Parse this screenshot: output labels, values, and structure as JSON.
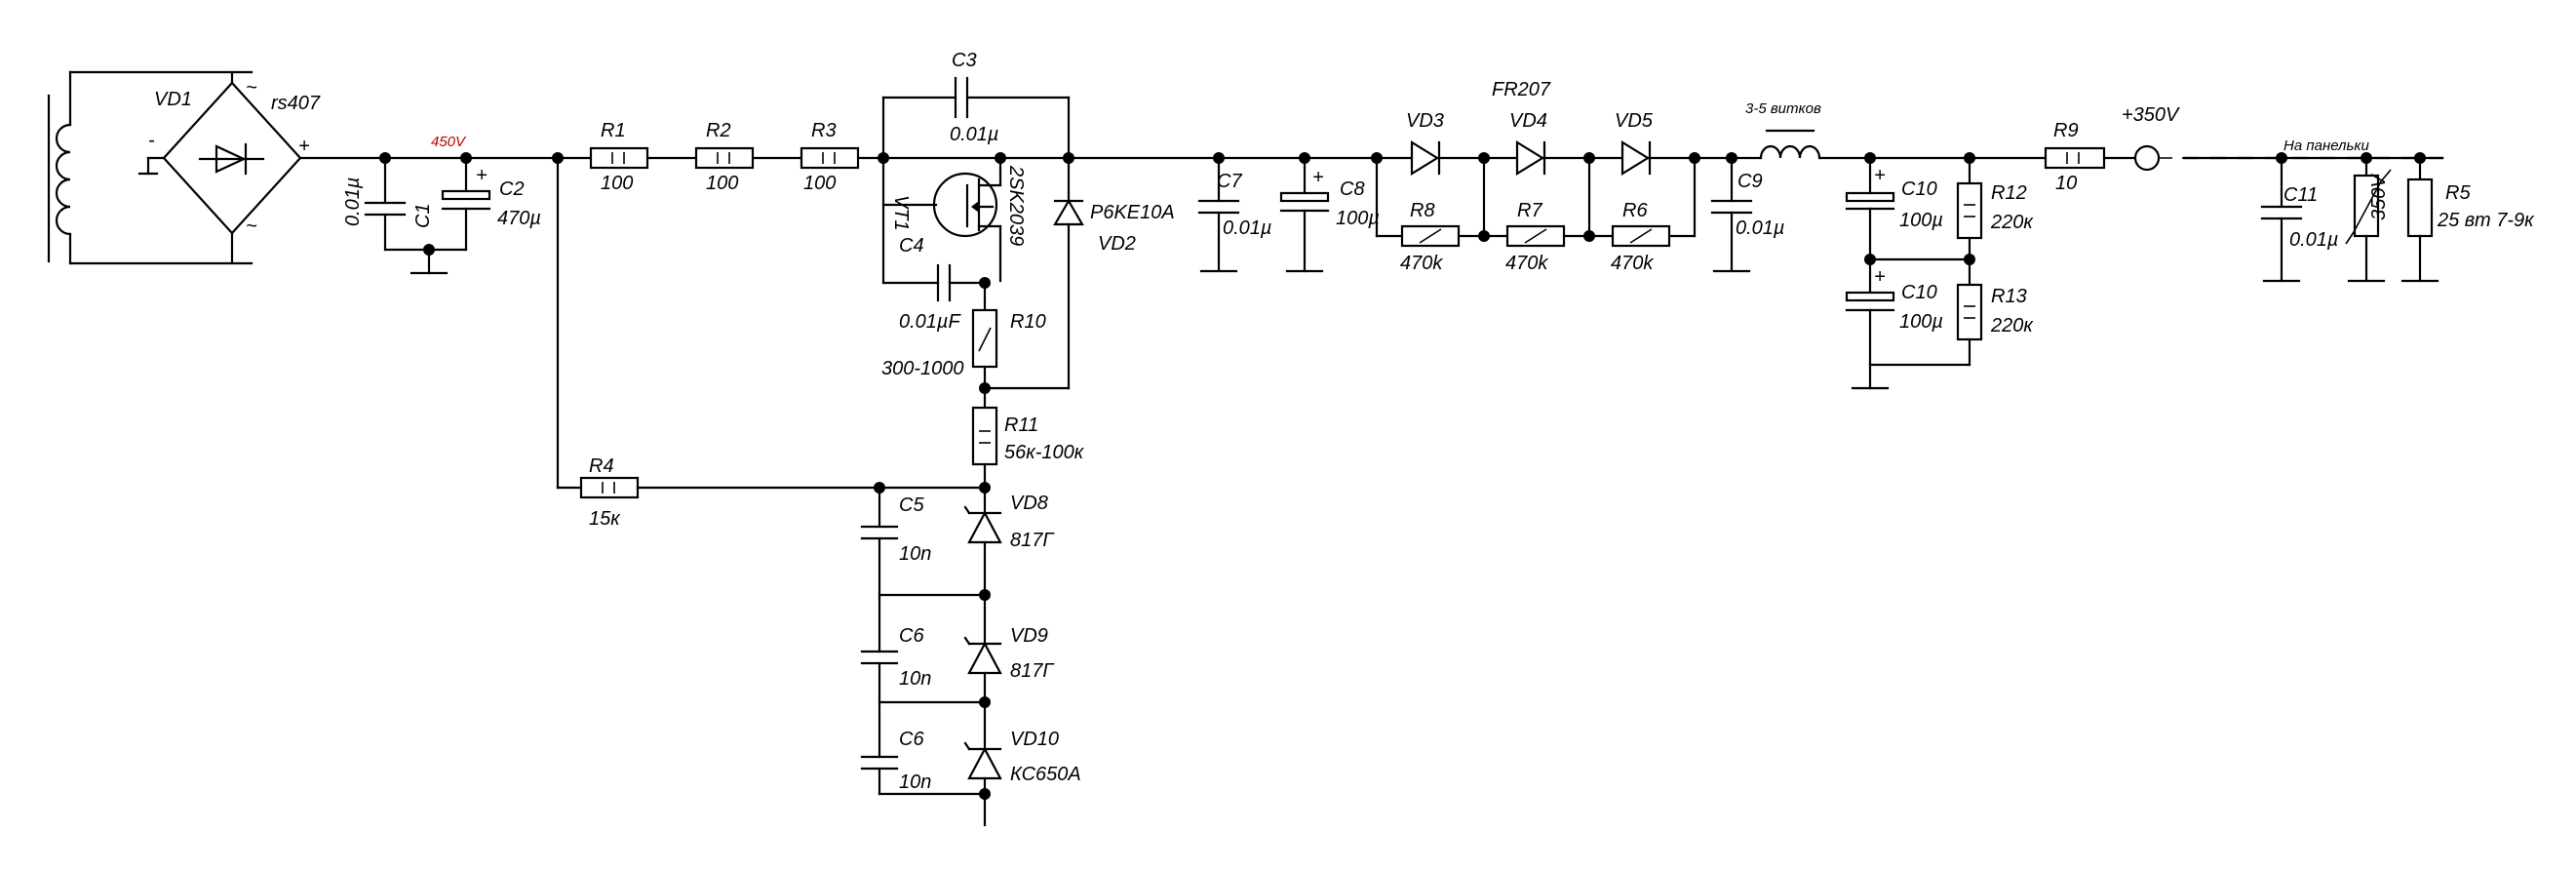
{
  "components": {
    "transformer": {
      "label": ""
    },
    "vd1": {
      "ref": "VD1",
      "value": "rs407",
      "ac_symbol": "~",
      "plus": "+",
      "minus": "-"
    },
    "node_voltage_in": {
      "value": "450V",
      "color": "#c00000"
    },
    "c1": {
      "ref": "C1",
      "value": "0.01µ"
    },
    "c2": {
      "ref": "C2",
      "value": "470µ",
      "plus": "+"
    },
    "r1": {
      "ref": "R1",
      "value": "100"
    },
    "r2": {
      "ref": "R2",
      "value": "100"
    },
    "r3": {
      "ref": "R3",
      "value": "100"
    },
    "c3": {
      "ref": "C3",
      "value": "0.01µ"
    },
    "vt1": {
      "ref": "VT1",
      "value": "2SK2039"
    },
    "c4": {
      "ref": "C4",
      "value": "0.01µF"
    },
    "r10": {
      "ref": "R10",
      "value": "300-1000"
    },
    "vd2": {
      "ref": "VD2",
      "value": "P6KE10A"
    },
    "r11": {
      "ref": "R11",
      "value": "56к-100к"
    },
    "r4": {
      "ref": "R4",
      "value": "15к"
    },
    "c5": {
      "ref": "C5",
      "value": "10n"
    },
    "c6a": {
      "ref": "C6",
      "value": "10n"
    },
    "c6b": {
      "ref": "C6",
      "value": "10n"
    },
    "vd8": {
      "ref": "VD8",
      "value": "817Г"
    },
    "vd9": {
      "ref": "VD9",
      "value": "817Г"
    },
    "vd10": {
      "ref": "VD10",
      "value": "КС650А"
    },
    "c7": {
      "ref": "C7",
      "value": "0.01µ"
    },
    "c8": {
      "ref": "C8",
      "value": "100µ",
      "plus": "+"
    },
    "vd3": {
      "ref": "VD3"
    },
    "vd4": {
      "ref": "VD4",
      "value": "FR207"
    },
    "vd5": {
      "ref": "VD5"
    },
    "r8": {
      "ref": "R8",
      "value": "470k"
    },
    "r7": {
      "ref": "R7",
      "value": "470k"
    },
    "r6": {
      "ref": "R6",
      "value": "470k"
    },
    "c9": {
      "ref": "C9",
      "value": "0.01µ"
    },
    "l1": {
      "value": "3-5 витков"
    },
    "c10a": {
      "ref": "C10",
      "value": "100µ",
      "plus": "+"
    },
    "c10b": {
      "ref": "C10",
      "value": "100µ",
      "plus": "+"
    },
    "r12": {
      "ref": "R12",
      "value": "220к"
    },
    "r13": {
      "ref": "R13",
      "value": "220к"
    },
    "r9": {
      "ref": "R9",
      "value": "10"
    },
    "out": {
      "value": "+350V"
    },
    "panel": {
      "value": "На панельки"
    },
    "c11": {
      "ref": "C11",
      "value": "0.01µ"
    },
    "varistor": {
      "value": "350V"
    },
    "r5": {
      "ref": "R5",
      "value": "25 вт 7-9к"
    }
  }
}
